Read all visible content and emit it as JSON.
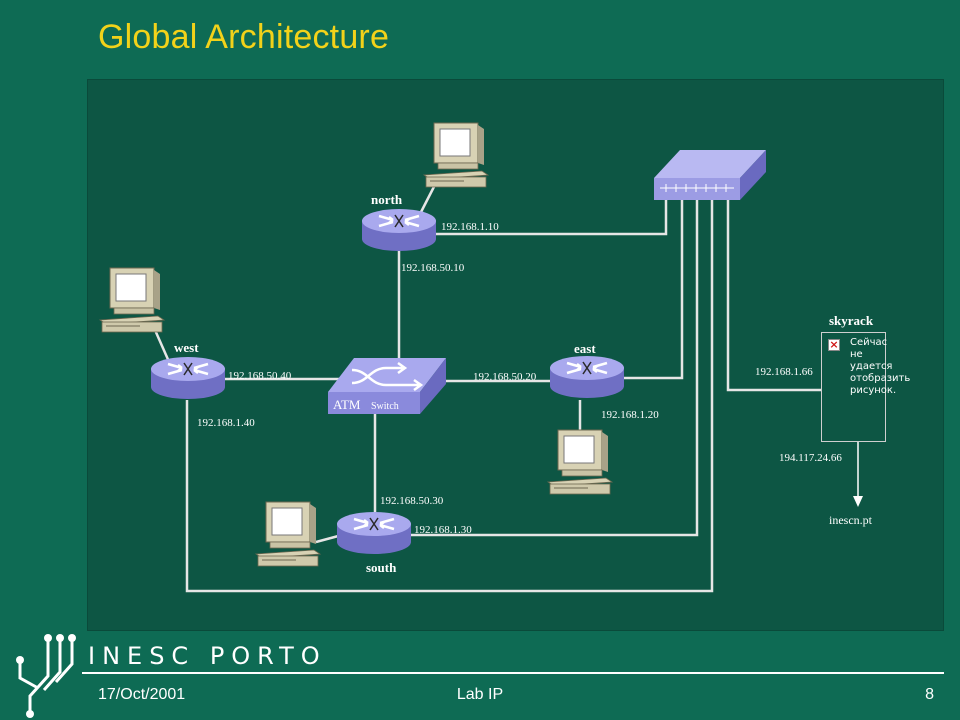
{
  "slide": {
    "title": "Global Architecture",
    "brand": "INESC PORTO",
    "date": "17/Oct/2001",
    "center": "Lab IP",
    "page": "8"
  },
  "colors": {
    "background": "#0e6b54",
    "panel": "#0d5644",
    "title": "#f2d21a",
    "router": "#9b9be6",
    "lines": "#e8e8e8"
  },
  "nodes": {
    "north": "north",
    "west": "west",
    "east": "east",
    "south": "south",
    "skyrack": "skyrack",
    "atm_main": "ATM",
    "atm_sub": "Switch",
    "inescn": "inescn.pt"
  },
  "ips": {
    "north_eth": "192.168.1.10",
    "north_atm": "192.168.50.10",
    "west_atm": "192.168.50.40",
    "west_eth": "192.168.1.40",
    "east_atm": "192.168.50.20",
    "east_eth": "192.168.1.20",
    "south_atm": "192.168.50.30",
    "south_eth": "192.168.1.30",
    "sky_eth": "192.168.1.66",
    "sky_ext": "194.117.24.66"
  },
  "broken_image": {
    "icon": "broken-image-icon",
    "text": "Сейчас не удается отобразить рисунок."
  }
}
